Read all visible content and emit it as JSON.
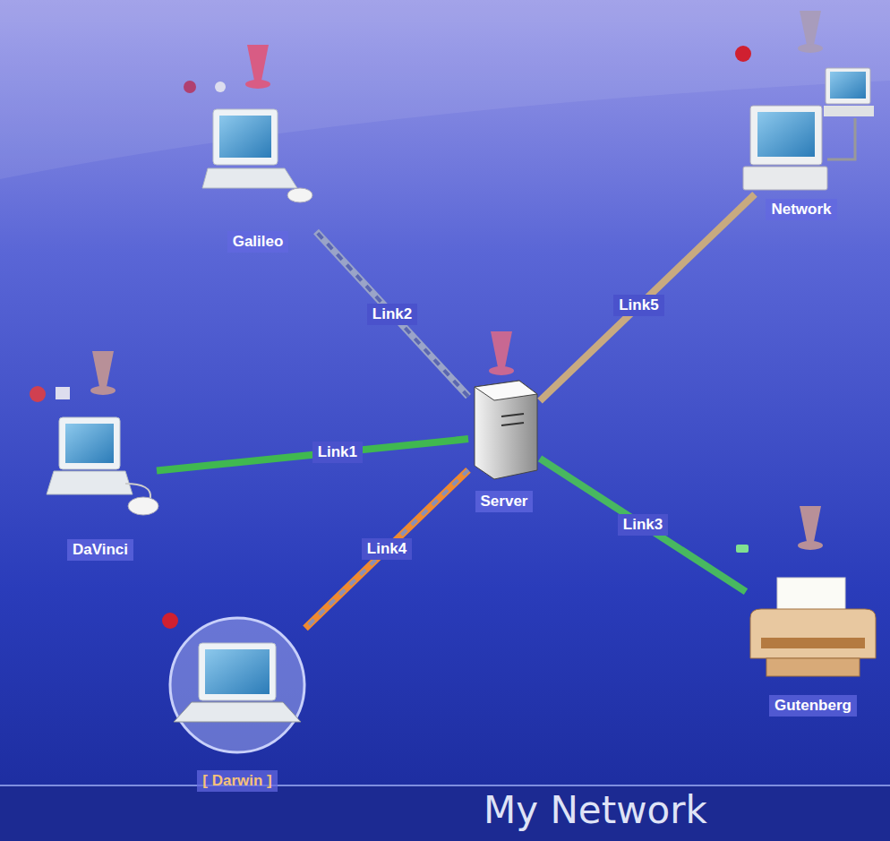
{
  "diagram": {
    "title": "My Network",
    "nodes": [
      {
        "text": [
          "Galileo"
        ]
      },
      {
        "text": [
          "Network"
        ]
      },
      {
        "text": [
          "DaVinci"
        ]
      },
      {
        "text": [
          "Server"
        ]
      },
      {
        "text": [
          "[ Darwin ]"
        ]
      },
      {
        "text": [
          "Gutenberg"
        ]
      }
    ],
    "edges": [
      {
        "from": 3,
        "to": 2,
        "arrow": "none",
        "label": "Link1"
      },
      {
        "from": 3,
        "to": 0,
        "arrow": "none",
        "label": "Link2"
      },
      {
        "from": 3,
        "to": 5,
        "arrow": "none",
        "label": "Link3"
      },
      {
        "from": 3,
        "to": 4,
        "arrow": "none",
        "label": "Link4"
      },
      {
        "from": 3,
        "to": 1,
        "arrow": "none",
        "label": "Link5"
      }
    ]
  }
}
